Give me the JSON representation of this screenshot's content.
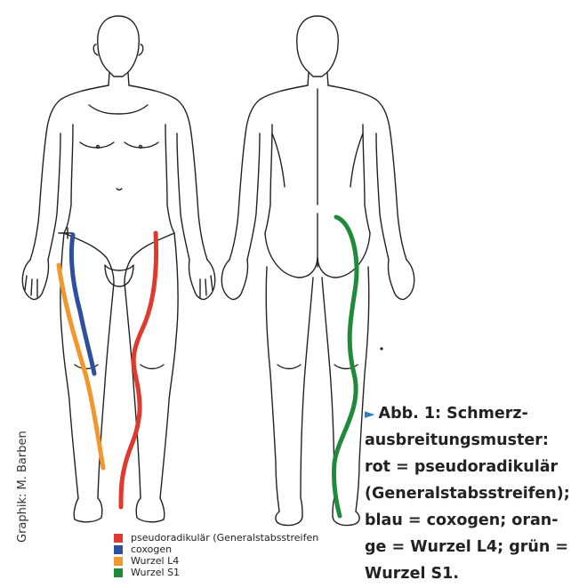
{
  "credit": "Graphik: M. Barben",
  "legend": [
    {
      "label": "pseudoradikulär (Generalstabsstreifen",
      "color": "#e03a2f"
    },
    {
      "label": "coxogen",
      "color": "#2e4f9e"
    },
    {
      "label": "Wurzel L4",
      "color": "#f2962e"
    },
    {
      "label": "Wurzel S1",
      "color": "#1e8a3a"
    }
  ],
  "caption": {
    "arrow": "►",
    "lines": [
      "Abb. 1: Schmerz-",
      "ausbreitungsmuster:",
      "rot = pseudoradikulär",
      "(Generalstabsstreifen);",
      "blau = coxogen; oran-",
      "ge = Wurzel L4; grün =",
      "Wurzel S1."
    ]
  }
}
